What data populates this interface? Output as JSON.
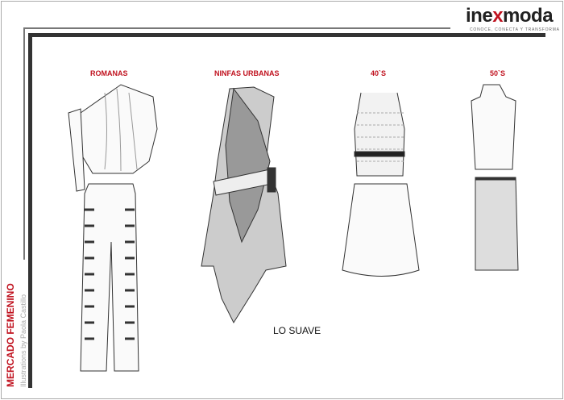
{
  "brand": {
    "name_pre": "ine",
    "name_x": "x",
    "name_post": "moda",
    "tagline": "CONOCE, CONECTA Y TRANSFORMA"
  },
  "sections": [
    {
      "label": "ROMANAS"
    },
    {
      "label": "NINFAS URBANAS"
    },
    {
      "label": "40`S"
    },
    {
      "label": "50`S"
    }
  ],
  "title": "LO SUAVE",
  "side": {
    "category": "MERCADO FEMENINO",
    "credit": "Illustrations by Paola Castillo"
  },
  "colors": {
    "accent": "#c0121f",
    "bar": "#333333"
  }
}
